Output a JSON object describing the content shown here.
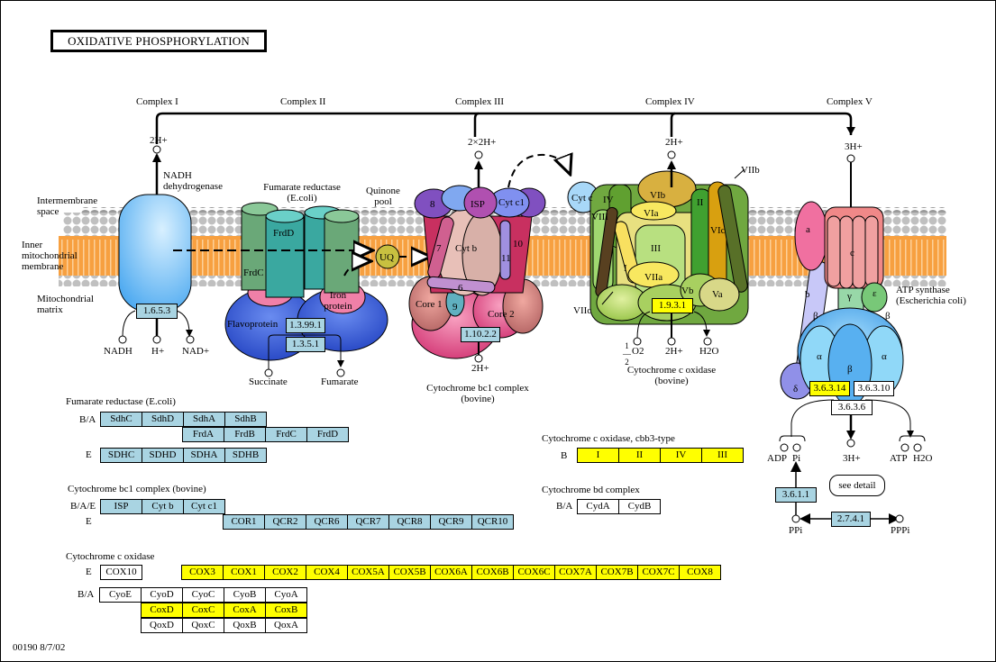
{
  "title": "OXIDATIVE PHOSPHORYLATION",
  "footer": "00190 8/7/02",
  "complexes": [
    "Complex I",
    "Complex II",
    "Complex III",
    "Complex IV",
    "Complex V"
  ],
  "compartments": {
    "intermembrane": [
      "Intermembrane",
      "space"
    ],
    "inner": [
      "Inner",
      "mitochondrial",
      "membrane"
    ],
    "matrix": [
      "Mitochondrial",
      "matrix"
    ]
  },
  "complex1": {
    "name": [
      "NADH",
      "dehydrogenase"
    ],
    "proton_out": "2H+",
    "ec": "1.6.5.3",
    "substrates": [
      "NADH",
      "H+",
      "NAD+"
    ]
  },
  "complex2": {
    "name": [
      "Fumarate reductase",
      "(E.coli)"
    ],
    "subunits": [
      "FrdD",
      "FrdC",
      "Iron protein",
      "Flavoprotein"
    ],
    "iron_protein": [
      "Iron",
      "protein"
    ],
    "ec": [
      "1.3.99.1",
      "1.3.5.1"
    ],
    "substrates": [
      "Succinate",
      "Fumarate"
    ],
    "quinone_pool": [
      "Quinone",
      "pool"
    ],
    "uq": "UQ"
  },
  "complex3": {
    "proton_out": "2×2H+",
    "proton_in": "2H+",
    "subunits": [
      "8",
      "ISP",
      "Cyt c1",
      "Cyt b",
      "7",
      "10",
      "11",
      "6",
      "9",
      "Core 1",
      "Core 2"
    ],
    "ec": "1.10.2.2",
    "name": [
      "Cytochrome bc1 complex",
      "(bovine)"
    ]
  },
  "complex4": {
    "cytc": "Cyt c",
    "proton_out": "2H+",
    "subunits": [
      "IV",
      "VIII",
      "VIb",
      "VIa",
      "III",
      "I",
      "VIIa",
      "II",
      "VIc",
      "VIIb",
      "Vb",
      "Va",
      "VIIc"
    ],
    "ec": "1.9.3.1",
    "substrates": [
      "1/2 O2",
      "2H+",
      "H2O"
    ],
    "name": [
      "Cytochrome c oxidase",
      "(bovine)"
    ]
  },
  "complex5": {
    "proton_in": "3H+",
    "subunits": [
      "a",
      "c",
      "b",
      "γ",
      "ε",
      "β",
      "α",
      "β",
      "α",
      "β",
      "δ"
    ],
    "name": [
      "ATP synthase",
      "(Escherichia coli)"
    ],
    "ec": [
      "3.6.3.14",
      "3.6.3.10",
      "3.6.3.6",
      "3.6.1.1",
      "2.7.4.1"
    ],
    "substrates": [
      "ADP",
      "Pi",
      "3H+",
      "ATP",
      "H2O",
      "PPi",
      "PPPi"
    ],
    "see_detail": "see detail"
  },
  "tables": {
    "fumarate": {
      "title": "Fumarate reductase (E.coli)",
      "rows": [
        {
          "label": "B/A",
          "cells": [
            "SdhC",
            "SdhD",
            "SdhA",
            "SdhB"
          ]
        },
        {
          "label": "",
          "cells": [
            "FrdA",
            "FrdB",
            "FrdC",
            "FrdD"
          ]
        },
        {
          "label": "E",
          "cells": [
            "SDHC",
            "SDHD",
            "SDHA",
            "SDHB"
          ]
        }
      ]
    },
    "bc1": {
      "title": "Cytochrome bc1 complex (bovine)",
      "rows": [
        {
          "label": "B/A/E",
          "cells": [
            "ISP",
            "Cyt b",
            "Cyt c1"
          ]
        },
        {
          "label": "E",
          "cells": [
            "COR1",
            "QCR2",
            "QCR6",
            "QCR7",
            "QCR8",
            "QCR9",
            "QCR10"
          ]
        }
      ]
    },
    "cbb3": {
      "title": "Cytochrome c oxidase, cbb3-type",
      "rows": [
        {
          "label": "B",
          "cells": [
            "I",
            "II",
            "IV",
            "III"
          ]
        }
      ]
    },
    "bd": {
      "title": "Cytochrome bd complex",
      "rows": [
        {
          "label": "B/A",
          "cells": [
            "CydA",
            "CydB"
          ]
        }
      ]
    },
    "cox": {
      "title": "Cytochrome c oxidase",
      "e_label": "E",
      "cox10": "COX10",
      "e_cells": [
        "COX3",
        "COX1",
        "COX2",
        "COX4",
        "COX5A",
        "COX5B",
        "COX6A",
        "COX6B",
        "COX6C",
        "COX7A",
        "COX7B",
        "COX7C",
        "COX8"
      ],
      "ba_label": "B/A",
      "ba_rows": [
        [
          "CyoE",
          "CyoD",
          "CyoC",
          "CyoB",
          "CyoA"
        ],
        [
          "CoxD",
          "CoxC",
          "CoxA",
          "CoxB"
        ],
        [
          "QoxD",
          "QoxC",
          "QoxB",
          "QoxA"
        ]
      ]
    }
  },
  "colors": {
    "enzyme_blue": "#a9d4e2",
    "highlight_yellow": "#ffff00",
    "membrane_orange": "#f7a040",
    "head_gray": "#c0c0c0"
  }
}
